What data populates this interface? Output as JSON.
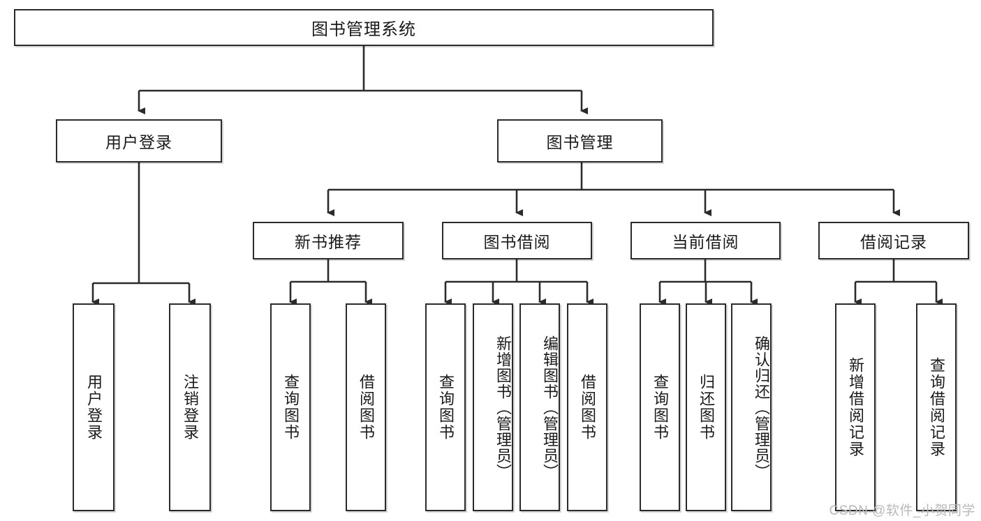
{
  "diagram": {
    "title": "图书管理系统",
    "watermark": "CSDN @软件_小贺同学",
    "line_color": "#2b2b2b",
    "box_fill": "#ffffff",
    "text_color": "#1a1a1a",
    "root": {
      "label": "图书管理系统"
    },
    "level2": [
      {
        "id": "user-login",
        "label": "用户登录"
      },
      {
        "id": "book-manage",
        "label": "图书管理"
      }
    ],
    "level3": [
      {
        "id": "new-book-rec",
        "label": "新书推荐",
        "parent": "book-manage"
      },
      {
        "id": "book-borrow",
        "label": "图书借阅",
        "parent": "book-manage"
      },
      {
        "id": "current-borrow",
        "label": "当前借阅",
        "parent": "book-manage"
      },
      {
        "id": "borrow-record",
        "label": "借阅记录",
        "parent": "book-manage"
      }
    ],
    "leaves": [
      {
        "id": "leaf-user-login",
        "label": "用户登录",
        "parent": "user-login"
      },
      {
        "id": "leaf-logout-login",
        "label": "注销登录",
        "parent": "user-login"
      },
      {
        "id": "leaf-query-book-1",
        "label": "查询图书",
        "parent": "new-book-rec"
      },
      {
        "id": "leaf-borrow-book-1",
        "label": "借阅图书",
        "parent": "new-book-rec"
      },
      {
        "id": "leaf-query-book-2",
        "label": "查询图书",
        "parent": "book-borrow"
      },
      {
        "id": "leaf-add-book",
        "label": "新增图书（管理员）",
        "parent": "book-borrow"
      },
      {
        "id": "leaf-edit-book",
        "label": "编辑图书（管理员）",
        "parent": "book-borrow"
      },
      {
        "id": "leaf-borrow-book-2",
        "label": "借阅图书",
        "parent": "book-borrow"
      },
      {
        "id": "leaf-query-book-3",
        "label": "查询图书",
        "parent": "current-borrow"
      },
      {
        "id": "leaf-return-book",
        "label": "归还图书",
        "parent": "current-borrow"
      },
      {
        "id": "leaf-confirm-return",
        "label": "确认归还（管理员）",
        "parent": "current-borrow"
      },
      {
        "id": "leaf-add-record",
        "label": "新增借阅记录",
        "parent": "borrow-record"
      },
      {
        "id": "leaf-query-record",
        "label": "查询借阅记录",
        "parent": "borrow-record"
      }
    ]
  }
}
